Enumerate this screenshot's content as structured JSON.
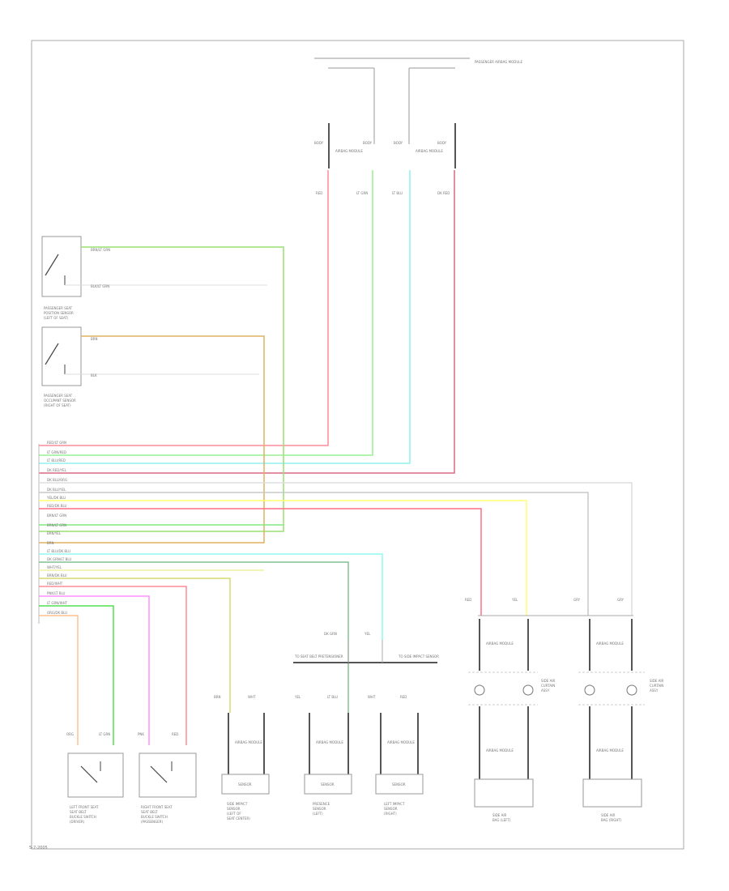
{
  "diagram": {
    "colors": {
      "frame": "#aaaaaa",
      "red": "#ff8a99",
      "light_green": "#99f090",
      "light_blue": "#90f0ee",
      "dark_red": "#d86a82",
      "gray": "#c8c8c8",
      "yellow": "#ffff70",
      "pink_red": "#ff6f86",
      "green": "#80e880",
      "orange": "#e0b060",
      "cyan": "#90f8f0",
      "dark_green": "#80c090",
      "tan": "#f0f0a0",
      "pink": "#ff90ff",
      "bright_green": "#50e050",
      "peach": "#ffc090",
      "olive": "#b0b040"
    },
    "header_note": "PASSENGER AIRBAG MODULE",
    "top_connector_labels": [
      "BODY",
      "BODY",
      "BODY",
      "BODY"
    ],
    "top_wire_labels": [
      "RED",
      "LT GRN",
      "LT BLU",
      "DK RED"
    ],
    "top_modules": [
      "AIRBAG MODULE",
      "AIRBAG MODULE"
    ],
    "switch_boxes": [
      {
        "wire_top": "BRN/LT GRN",
        "wire_bottom": "BLK/LT GRN",
        "caption": [
          "PASSENGER SEAT",
          "POSITION SENSOR",
          "(LEFT OF SEAT)"
        ]
      },
      {
        "wire_top": "BRN",
        "wire_bottom": "BLK",
        "caption": [
          "PASSENGER SEAT",
          "OCCUPANT SENSOR",
          "(RIGHT OF SEAT)"
        ]
      }
    ],
    "harness_labels": [
      "RED/LT GRN",
      "LT GRN/RED",
      "LT BLU/RED",
      "DK RED/YEL",
      "DK BLU/ORG",
      "DK BLU/YEL",
      "YEL/DK BLU",
      "RED/DK BLU",
      "BRN/LT GRN",
      "BRN/LT GRN",
      "BRN/YEL",
      "BRN",
      "LT BLU/DK BLU",
      "DK GRN/LT BLU",
      "WHT/YEL",
      "BRN/DK BLU",
      "RED/WHT",
      "PNK/LT BLU",
      "LT GRN/WHT",
      "ORG/DK BLU"
    ],
    "bottom_left_wire_labels": [
      "ORG",
      "LT GRN",
      "PNK",
      "RED"
    ],
    "bottom_left_captions": [
      [
        "LEFT FRONT SEAT",
        "SEAT BELT",
        "BUCKLE SWITCH",
        "(DRIVER)"
      ],
      [
        "RIGHT FRONT SEAT",
        "SEAT BELT",
        "BUCKLE SWITCH",
        "(PASSENGER)"
      ]
    ],
    "center_bus_labels": [
      "TO SEAT BELT PRETENSIONER",
      "TO SIDE IMPACT SENSOR"
    ],
    "center_wire_labels": [
      "BRN",
      "WHT",
      "YEL",
      "LT BLU",
      "WHT",
      "RED",
      "DK GRN",
      "YEL"
    ],
    "center_modules": [
      {
        "inner": "AIRBAG MODULE",
        "box": "SENSOR",
        "caption": [
          "SIDE IMPACT",
          "SENSOR",
          "(LEFT OF",
          "SEAT CENTER)"
        ]
      },
      {
        "inner": "AIRBAG MODULE",
        "box": "SENSOR",
        "caption": [
          "PRESENCE",
          "SENSOR",
          "(LEFT)"
        ]
      },
      {
        "inner": "AIRBAG MODULE",
        "box": "SENSOR",
        "caption": [
          "LEFT IMPACT",
          "SENSOR",
          "(RIGHT)"
        ]
      }
    ],
    "right_wire_labels": [
      "RED",
      "YEL",
      "GRY",
      "GRY"
    ],
    "right_modules": [
      {
        "inner_top": "AIRBAG MODULE",
        "inner_bottom": "AIRBAG MODULE",
        "side_note": [
          "SIDE AIR",
          "CURTAIN",
          "ASSY"
        ],
        "caption": [
          "SIDE AIR",
          "BAG (LEFT)"
        ]
      },
      {
        "inner_top": "AIRBAG MODULE",
        "inner_bottom": "AIRBAG MODULE",
        "side_note": [
          "SIDE AIR",
          "CURTAIN",
          "ASSY"
        ],
        "caption": [
          "SIDE AIR",
          "BAG (RIGHT)"
        ]
      }
    ],
    "footer_id": "5-7-2005"
  }
}
